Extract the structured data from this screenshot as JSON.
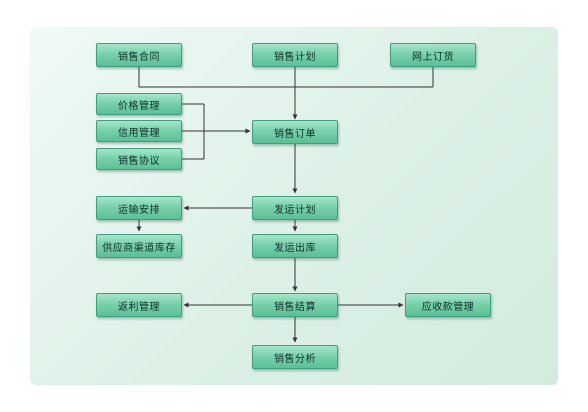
{
  "nodes": {
    "sales_contract": "销售合同",
    "sales_plan": "销售计划",
    "online_order": "网上订货",
    "price_mgmt": "价格管理",
    "credit_mgmt": "信用管理",
    "sales_agreement": "销售协议",
    "sales_order": "销售订单",
    "shipping_arrangement": "运输安排",
    "shipping_plan": "发运计划",
    "supplier_channel_stock": "供应商渠道库存",
    "shipping_outbound": "发运出库",
    "rebate_mgmt": "返利管理",
    "sales_settlement": "销售结算",
    "receivables_mgmt": "应收款管理",
    "sales_analysis": "销售分析"
  },
  "colors": {
    "node_fill_top": "#a6e6cb",
    "node_fill_bottom": "#5cbf97",
    "node_border": "#3e9f7e",
    "connector": "#333333"
  }
}
